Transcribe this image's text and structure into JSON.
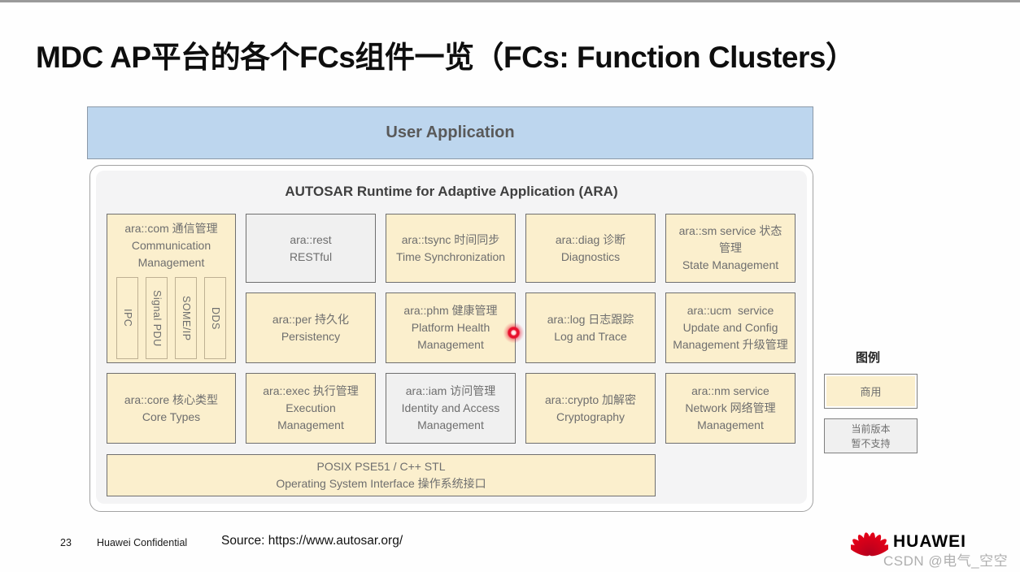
{
  "slide": {
    "title": "MDC AP平台的各个FCs组件一览（FCs: Function Clusters）"
  },
  "user_application": {
    "label": "User Application"
  },
  "ara": {
    "title": "AUTOSAR Runtime for Adaptive Application (ARA)",
    "boxes": {
      "com": {
        "l1": "ara::com 通信管理",
        "l2": "Communication",
        "l3": "Management",
        "sub": {
          "ipc": "IPC",
          "signal_pdu": "Signal PDU",
          "someip": "SOME/IP",
          "dds": "DDS"
        }
      },
      "rest": {
        "l1": "ara::rest",
        "l2": "RESTful"
      },
      "tsync": {
        "l1": "ara::tsync 时间同步",
        "l2": "Time Synchronization"
      },
      "diag": {
        "l1": "ara::diag 诊断",
        "l2": "Diagnostics"
      },
      "sm": {
        "l1": "ara::sm service 状态",
        "l2": "管理",
        "l3": "State Management"
      },
      "per": {
        "l1": "ara::per 持久化",
        "l2": "Persistency"
      },
      "phm": {
        "l1": "ara::phm 健康管理",
        "l2": "Platform Health",
        "l3": "Management"
      },
      "log": {
        "l1": "ara::log 日志跟踪",
        "l2": "Log and Trace"
      },
      "ucm": {
        "l1": "ara::ucm  service",
        "l2": "Update and Config",
        "l3": "Management 升级管理"
      },
      "core": {
        "l1": "ara::core 核心类型",
        "l2": "Core Types"
      },
      "exec": {
        "l1": "ara::exec 执行管理",
        "l2": "Execution",
        "l3": "Management"
      },
      "iam": {
        "l1": "ara::iam 访问管理",
        "l2": "Identity and Access",
        "l3": "Management"
      },
      "crypto": {
        "l1": "ara::crypto 加解密",
        "l2": "Cryptography"
      },
      "nm": {
        "l1": "ara::nm service",
        "l2": "Network 网络管理",
        "l3": "Management"
      },
      "posix": {
        "l1": "POSIX PSE51 / C++ STL",
        "l2": "Operating System Interface 操作系统接口"
      }
    }
  },
  "legend": {
    "title": "图例",
    "commercial_label": "商用",
    "unsupported_l1": "当前版本",
    "unsupported_l2": "暂不支持"
  },
  "footer": {
    "page_number": "23",
    "confidential": "Huawei Confidential",
    "source": "Source: https://www.autosar.org/",
    "brand": "HUAWEI",
    "watermark": "CSDN @电气_空空"
  },
  "colors": {
    "commercial_fill": "#FBEFCD",
    "unsupported_fill": "#F0F0F0",
    "box_border": "#6F6F6F",
    "user_app_fill": "#BDD6EE",
    "laser_red": "#E8112D",
    "huawei_red": "#CF0A2C"
  }
}
